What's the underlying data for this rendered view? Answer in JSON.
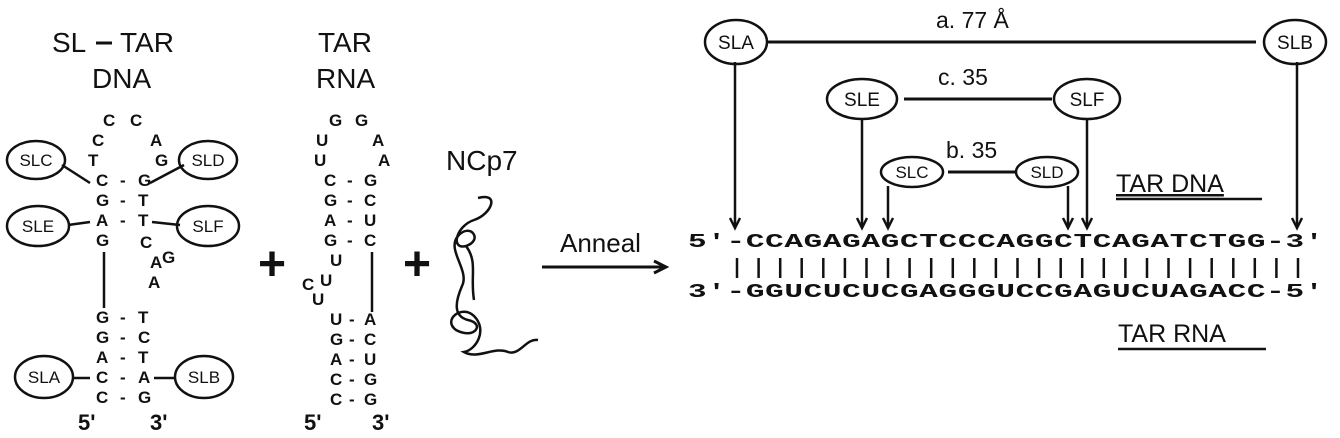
{
  "colors": {
    "red": "#c62828",
    "blue": "#8f8fe6",
    "white": "#ffffff"
  },
  "left_panel": {
    "title_line1": "SL",
    "title_dash": "–",
    "title_line1b": "TAR",
    "title_line2": "DNA",
    "end5": "5'",
    "end3": "3'",
    "bases": [
      "C",
      "C",
      "C",
      "A",
      "T",
      "G",
      "C",
      "G",
      "G",
      "A",
      "C",
      "T",
      "G",
      "T",
      "A",
      "C",
      "A",
      "G",
      "A",
      "G",
      "A",
      "T",
      "G",
      "C",
      "C",
      "T",
      "A",
      "G",
      "C",
      "G"
    ],
    "pair_marks": [
      ".",
      "-",
      "-",
      "-",
      "-",
      "-",
      "-",
      "-"
    ],
    "labels": {
      "slc": "SLC",
      "sld": "SLD",
      "sle": "SLE",
      "slf": "SLF",
      "sla": "SLA",
      "slb": "SLB"
    }
  },
  "plus1": "+",
  "middle_panel": {
    "title_line1": "TAR",
    "title_line2": "RNA",
    "end5": "5'",
    "end3": "3'",
    "bases": [
      "G",
      "G",
      "U",
      "A",
      "C",
      "G",
      "G",
      "C",
      "A",
      "U",
      "G",
      "C",
      "U",
      "U",
      "C",
      "U",
      "A",
      "U",
      "G",
      "C",
      "A",
      "U",
      "C",
      "G",
      "C",
      "G"
    ]
  },
  "plus2": "+",
  "protein": {
    "label": "NCp7"
  },
  "arrow": {
    "label": "Anneal"
  },
  "right_panel": {
    "dna_seq": "5'-CCAGAGAGCTCCCAGGCTCAGATCTGG-3'",
    "rna_seq": "3'-GGUCUCUCGAGGGUCCGAGUCUAGACC-5'",
    "dna_label": "TAR DNA",
    "rna_label": "TAR RNA",
    "labels": {
      "sla": "SLA",
      "slb": "SLB",
      "sle": "SLE",
      "slf": "SLF",
      "slc": "SLC",
      "sld": "SLD"
    },
    "distances": {
      "a": "a. 77 Å",
      "c": "c. 35",
      "b": "b. 35"
    }
  }
}
